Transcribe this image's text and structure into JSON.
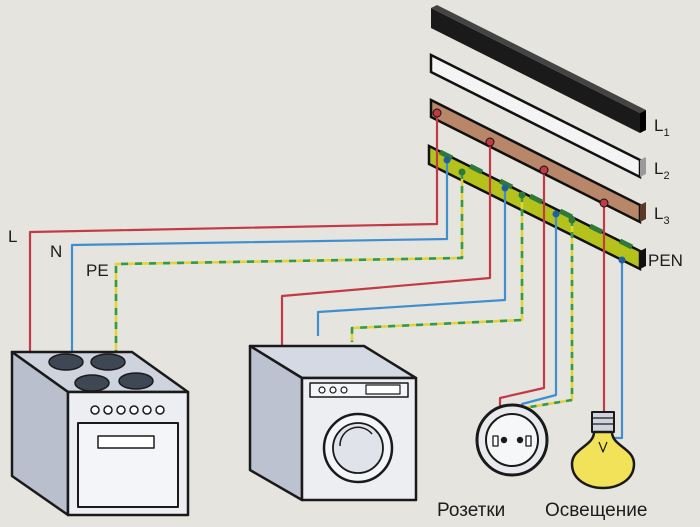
{
  "busbars": {
    "l1": {
      "label": "L",
      "sub": "1"
    },
    "l2": {
      "label": "L",
      "sub": "2"
    },
    "l3": {
      "label": "L",
      "sub": "3"
    },
    "pen": {
      "label": "PEN"
    }
  },
  "wire_labels": {
    "l": "L",
    "n": "N",
    "pe": "PE"
  },
  "captions": {
    "sockets": "Розетки",
    "lighting": "Освещение"
  },
  "colors": {
    "background": "#e6e4de",
    "l1_bar": "#1a1a1a",
    "l2_bar": "#f4f4f4",
    "l3_bar": "#b88668",
    "pen_bar": "#b5c21c",
    "phase_wire": "#c23a45",
    "neutral_wire": "#3f8fd0",
    "pe_wire_yellow": "#e4d23a",
    "pe_wire_green": "#2f9a52",
    "appliance_side": "#d9dde6",
    "appliance_front": "#eef0f4",
    "bulb": "#f2e25a"
  },
  "appliances": [
    "stove-icon",
    "washing-machine-icon",
    "socket-icon",
    "light-bulb-icon"
  ]
}
